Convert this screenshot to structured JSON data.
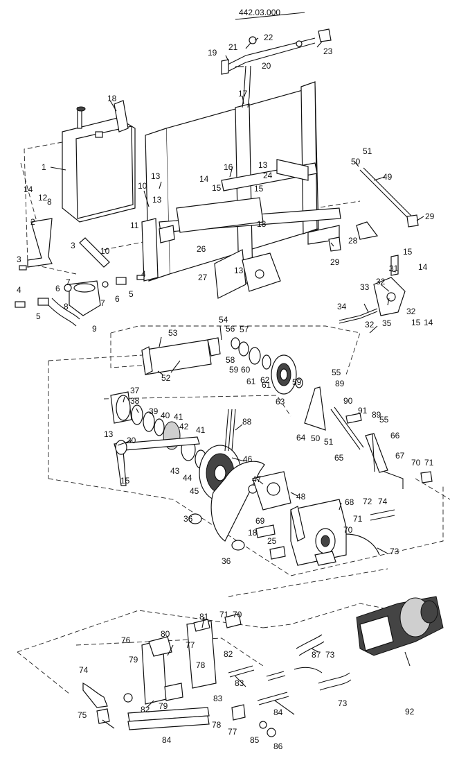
{
  "diagram": {
    "title": "442.03.000",
    "labels": [
      "1",
      "2",
      "3",
      "3",
      "4",
      "4",
      "5",
      "5",
      "6",
      "6",
      "7",
      "7",
      "8",
      "8",
      "9",
      "10",
      "10",
      "11",
      "12",
      "13",
      "13",
      "13",
      "13",
      "13",
      "14",
      "14",
      "14",
      "14",
      "15",
      "15",
      "15",
      "15",
      "15",
      "16",
      "17",
      "18",
      "18",
      "18",
      "19",
      "20",
      "21",
      "22",
      "23",
      "24",
      "25",
      "26",
      "27",
      "28",
      "29",
      "29",
      "30",
      "31",
      "32",
      "32",
      "32",
      "33",
      "34",
      "35",
      "36",
      "36",
      "37",
      "38",
      "39",
      "40",
      "41",
      "41",
      "42",
      "43",
      "44",
      "45",
      "46",
      "47",
      "48",
      "49",
      "50",
      "50",
      "51",
      "51",
      "52",
      "53",
      "54",
      "55",
      "55",
      "56",
      "57",
      "58",
      "59",
      "59",
      "60",
      "61",
      "61",
      "62",
      "63",
      "64",
      "65",
      "66",
      "67",
      "68",
      "69",
      "70",
      "70",
      "70",
      "71",
      "71",
      "71",
      "72",
      "73",
      "73",
      "73",
      "74",
      "74",
      "75",
      "76",
      "77",
      "77",
      "78",
      "78",
      "79",
      "79",
      "80",
      "81",
      "82",
      "82",
      "83",
      "83",
      "84",
      "84",
      "85",
      "86",
      "87",
      "88",
      "89",
      "89",
      "90",
      "91",
      "92"
    ]
  }
}
